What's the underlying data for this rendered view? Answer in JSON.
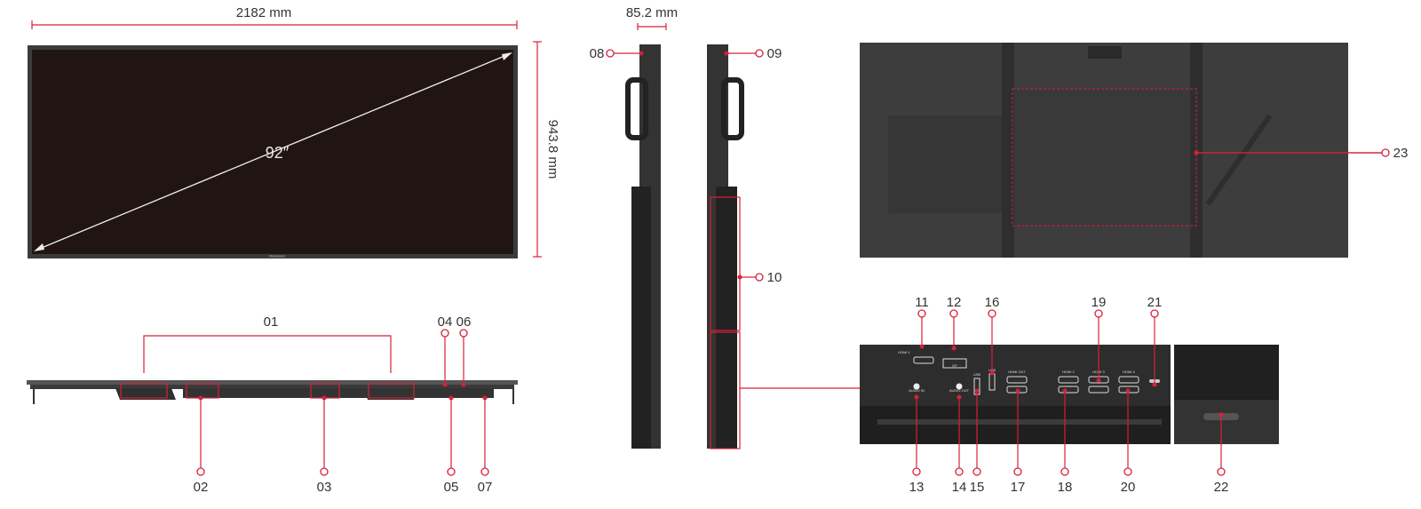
{
  "dimensions": {
    "width": "2182 mm",
    "height": "943.8 mm",
    "depth": "85.2 mm",
    "diagonal": "92″"
  },
  "brand_logo": "ViewSonic",
  "callouts": {
    "c01": "01",
    "c02": "02",
    "c03": "03",
    "c04": "04",
    "c05": "05",
    "c06": "06",
    "c07": "07",
    "c08": "08",
    "c09": "09",
    "c10": "10",
    "c11": "11",
    "c12": "12",
    "c13": "13",
    "c14": "14",
    "c15": "15",
    "c16": "16",
    "c17": "17",
    "c18": "18",
    "c19": "19",
    "c20": "20",
    "c21": "21",
    "c22": "22",
    "c23": "23"
  },
  "ports": {
    "hdmi1": "HDMI 1",
    "dp": "DP",
    "usb": "USB",
    "usb2": "USB",
    "hdmi_out": "HDMI OUT",
    "hdmi2": "HDMI 2",
    "hdmi3": "HDMI 3",
    "hdmi4": "HDMI 4",
    "audio_in": "AUDIO IN",
    "audio_out": "AUDIO OUT"
  },
  "colors": {
    "accent": "#d8203a",
    "screen": "#211512",
    "body": "#3a3a3a"
  }
}
